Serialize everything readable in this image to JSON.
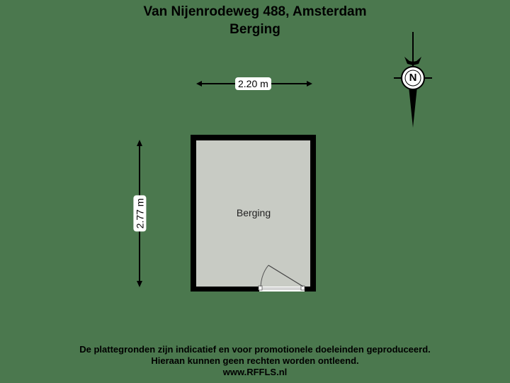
{
  "header": {
    "address": "Van Nijenrodeweg 488, Amsterdam",
    "floor": "Berging"
  },
  "dimensions": {
    "width": "2.20 m",
    "height": "2.77 m"
  },
  "room": {
    "name": "Berging"
  },
  "compass": {
    "label": "N"
  },
  "footer": {
    "line1": "De plattegronden zijn indicatief en voor promotionele doeleinden geproduceerd.",
    "line2": "Hieraan kunnen geen rechten worden ontleend.",
    "line3": "www.RFFLS.nl"
  },
  "colors": {
    "background": "#4b784e",
    "room_fill": "#c8cbc4",
    "wall": "#000000"
  }
}
